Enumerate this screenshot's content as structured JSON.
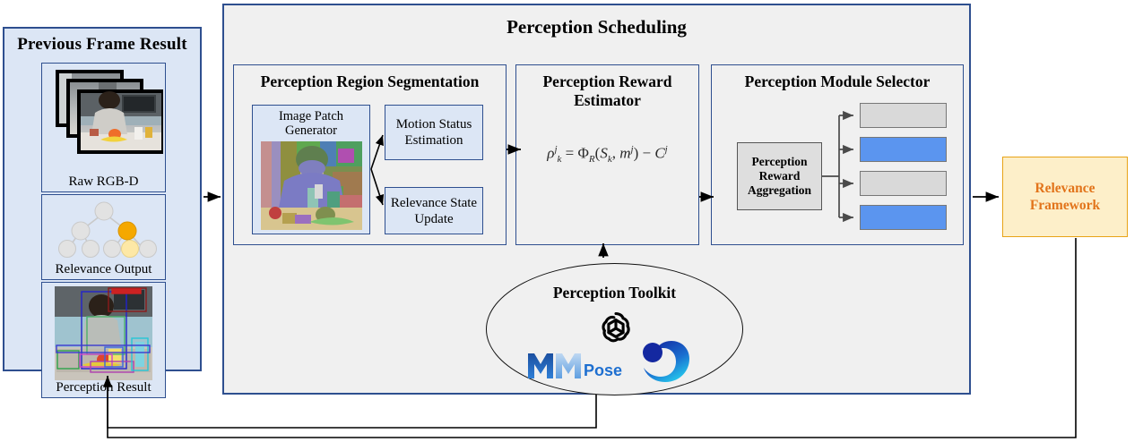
{
  "left_panel": {
    "title": "Previous Frame Result",
    "cards": [
      {
        "label": "Raw RGB-D",
        "icon": "rgbd-image-stack"
      },
      {
        "label": "Relevance Output",
        "icon": "relevance-tree"
      },
      {
        "label": "Perception Result",
        "icon": "detection-image"
      }
    ]
  },
  "main_panel": {
    "title": "Perception Scheduling",
    "sections": {
      "segmentation": {
        "title": "Perception Region Segmentation",
        "patch_generator_label": "Image Patch Generator",
        "motion_box": "Motion Status Estimation",
        "relevance_box": "Relevance State Update"
      },
      "reward": {
        "title": "Perception Reward Estimator",
        "formula_plain": "ρ_k^j = Φ_R(S_k, m^j) − C^j",
        "formula_parts": {
          "rho": "ρ",
          "sup_j": "j",
          "sub_k": "k",
          "eq": "=",
          "phi": "Φ",
          "sub_R": "R",
          "open": "(",
          "S": "S",
          "sub_k2": "k",
          "comma": ", ",
          "m": "m",
          "sup_j2": "j",
          "close": ")",
          "minus": "−",
          "C": "C",
          "sup_j3": "j"
        }
      },
      "module_selector": {
        "title": "Perception Module Selector",
        "aggregation_label": "Perception Reward Aggregation",
        "bars": [
          {
            "state": "inactive",
            "color": "#d9d9d9"
          },
          {
            "state": "active",
            "color": "#5b95ef"
          },
          {
            "state": "inactive",
            "color": "#d9d9d9"
          },
          {
            "state": "active",
            "color": "#5b95ef"
          }
        ]
      }
    },
    "toolkit": {
      "title": "Perception Toolkit",
      "logos": [
        "openai-logo",
        "mmpose-logo",
        "deepseek-logo"
      ],
      "mmpose_text": "Pose"
    }
  },
  "relevance_framework": {
    "line1": "Relevance",
    "line2": "Framework"
  },
  "colors": {
    "panel_blue_fill": "#dce6f5",
    "panel_blue_border": "#2e4f8f",
    "main_fill": "#f0f0f0",
    "module_active": "#5b95ef",
    "module_inactive": "#d9d9d9",
    "relevance_fill": "#fdefc9",
    "relevance_border": "#e8a317",
    "relevance_text": "#e2741b",
    "tree_highlight": "#f5a800",
    "tree_highlight_light": "#fde8a6"
  }
}
